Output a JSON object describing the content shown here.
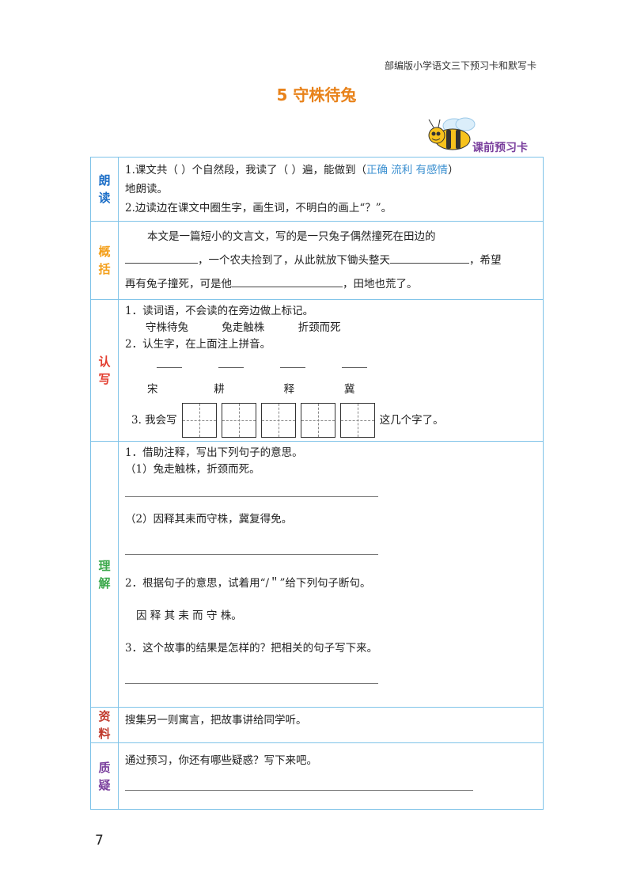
{
  "header": "部编版小学语文三下预习卡和默写卡",
  "title": "5 守株待兔",
  "badge": "课前预习卡",
  "sections": {
    "reading": {
      "label1": "朗",
      "label2": "读",
      "line1_a": "1.课文共（   ）个自然段，我读了（   ）遍，能做到（",
      "line1_opts": "正确 流利 有感情",
      "line1_b": "）",
      "line2": "地朗读。",
      "line3": "2.边读边在课文中圈生字，画生词，不明白的画上“？”。"
    },
    "summary": {
      "label1": "概",
      "label2": "括",
      "p1": "本文是一篇短小的文言文，写的是一只兔子偶然撞死在田边的",
      "p2": "，一个农夫捡到了，从此就放下锄头整天",
      "p3": "，希望",
      "p4": "再有兔子撞死，可是他",
      "p5": "，田地也荒了。"
    },
    "writing": {
      "label1": "认",
      "label2": "写",
      "q1": "1．读词语，不会读的在旁边做上标记。",
      "words": [
        "守株待兔",
        "兔走触株",
        "折颈而死"
      ],
      "q2": "2．认生字，在上面注上拼音。",
      "chars": [
        "宋",
        "耕",
        "释",
        "冀"
      ],
      "q3_a": "3. 我会写",
      "q3_b": "这几个字了。"
    },
    "understanding": {
      "label1": "理",
      "label2": "解",
      "q1": "1．借助注释，写出下列句子的意思。",
      "s1": "（1）兔走触株，折颈而死。",
      "s2": "（2）因释其耒而守株，冀复得免。",
      "q2": "2．根据句子的意思，试着用“/＂”给下列句子断句。",
      "sentence": "因 释 其 耒 而 守 株。",
      "q3": "3．这个故事的结果是怎样的？把相关的句子写下来。"
    },
    "resources": {
      "label1": "资",
      "label2": "料",
      "text": "搜集另一则寓言，把故事讲给同学听。"
    },
    "questions": {
      "label1": "质",
      "label2": "疑",
      "text": "通过预习，你还有哪些疑惑？写下来吧。"
    }
  },
  "page_number": "7"
}
